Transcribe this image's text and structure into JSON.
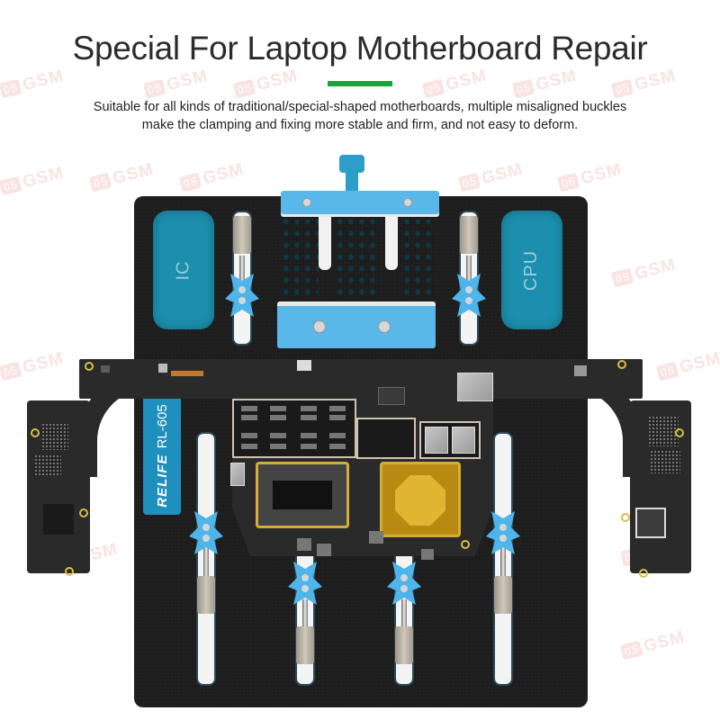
{
  "header": {
    "title": "Special For Laptop Motherboard Repair",
    "subtitle_line1": "Suitable for all kinds of traditional/special-shaped motherboards, multiple misaligned buckles",
    "subtitle_line2": "make the clamping and fixing more stable and firm, and not easy to deform."
  },
  "colors": {
    "accent_green": "#1aa33a",
    "clamp_blue": "#5ab7ea",
    "pad_teal": "#1c8fae",
    "board_black": "#1d1d1d",
    "chip_gold": "#d6ad3a"
  },
  "fixture": {
    "pad_left_label": "IC",
    "pad_right_label": "CPU",
    "brand_logo": "RELIFE",
    "model": "RL-605"
  },
  "watermark": {
    "badge": "05",
    "text": "GSM"
  }
}
